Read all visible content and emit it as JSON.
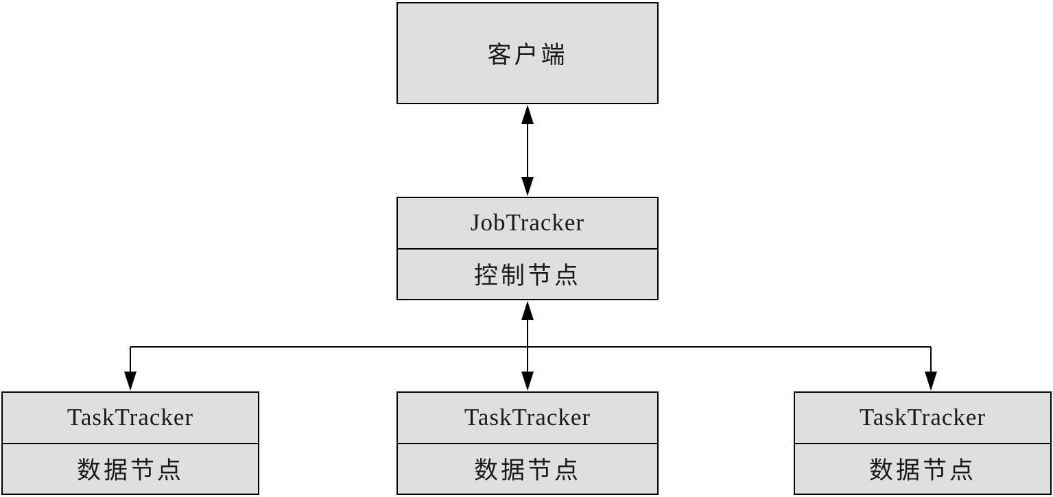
{
  "diagram": {
    "client": {
      "label": "客户端"
    },
    "jobtracker": {
      "title": "JobTracker",
      "subtitle": "控制节点"
    },
    "tasktrackers": [
      {
        "title": "TaskTracker",
        "subtitle": "数据节点"
      },
      {
        "title": "TaskTracker",
        "subtitle": "数据节点"
      },
      {
        "title": "TaskTracker",
        "subtitle": "数据节点"
      }
    ],
    "colors": {
      "box_fill": "#dfdfdf",
      "box_border": "#000000",
      "line": "#000000",
      "background": "#ffffff"
    }
  }
}
